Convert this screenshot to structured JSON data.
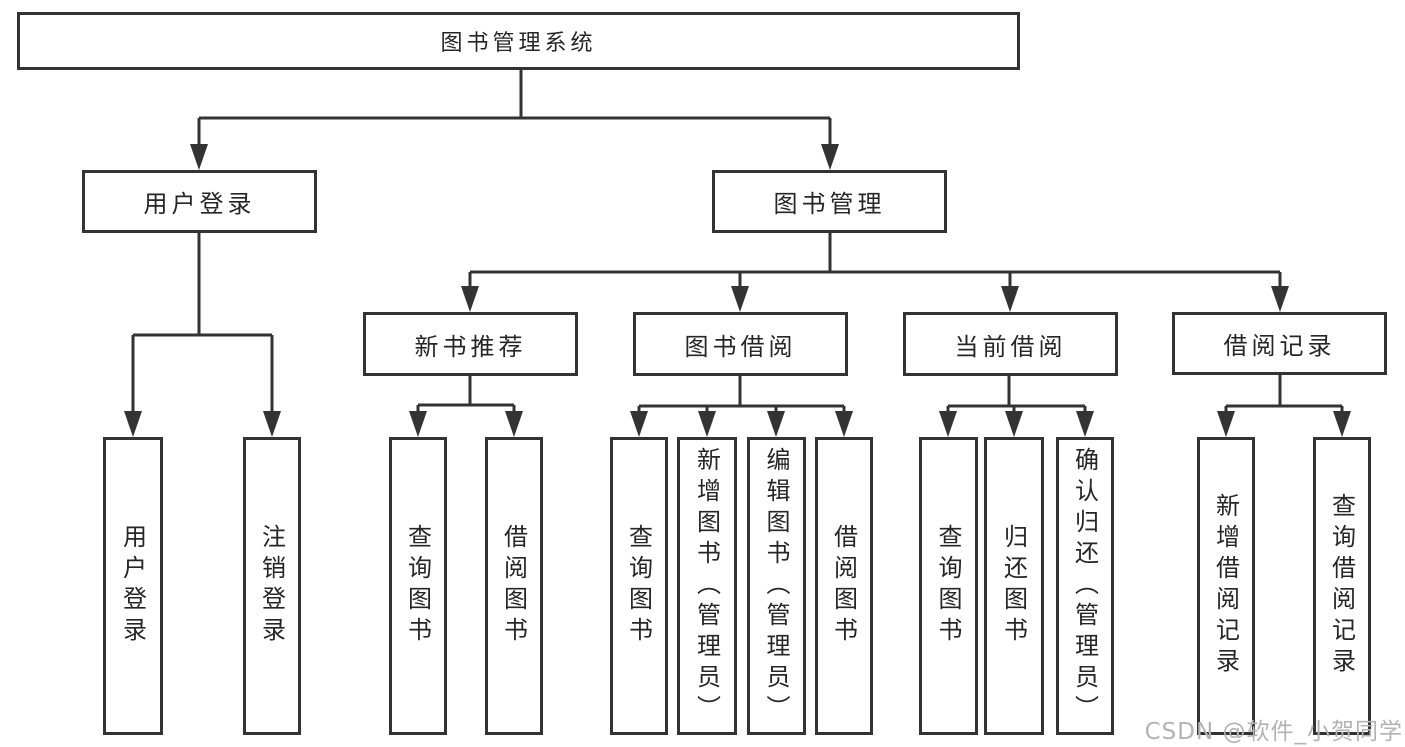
{
  "diagram_title": "图书管理系统",
  "watermark": "CSDN @软件_小贺同学",
  "colors": {
    "line": "#333333",
    "text": "#262626",
    "background": "#ffffff",
    "watermark": "#b3b3b3"
  },
  "root": {
    "label": "图书管理系统"
  },
  "level2": [
    {
      "label": "用户登录"
    },
    {
      "label": "图书管理"
    }
  ],
  "level3": [
    {
      "label": "新书推荐",
      "parent": "图书管理"
    },
    {
      "label": "图书借阅",
      "parent": "图书管理"
    },
    {
      "label": "当前借阅",
      "parent": "图书管理"
    },
    {
      "label": "借阅记录",
      "parent": "图书管理"
    }
  ],
  "leaves": [
    {
      "label": "用户登录",
      "parent": "用户登录"
    },
    {
      "label": "注销登录",
      "parent": "用户登录"
    },
    {
      "label": "查询图书",
      "parent": "新书推荐"
    },
    {
      "label": "借阅图书",
      "parent": "新书推荐"
    },
    {
      "label": "查询图书",
      "parent": "图书借阅"
    },
    {
      "label": "新增图书（管理员）",
      "parent": "图书借阅"
    },
    {
      "label": "编辑图书（管理员）",
      "parent": "图书借阅"
    },
    {
      "label": "借阅图书",
      "parent": "图书借阅"
    },
    {
      "label": "查询图书",
      "parent": "当前借阅"
    },
    {
      "label": "归还图书",
      "parent": "当前借阅"
    },
    {
      "label": "确认归还（管理员）",
      "parent": "当前借阅"
    },
    {
      "label": "新增借阅记录",
      "parent": "借阅记录"
    },
    {
      "label": "查询借阅记录",
      "parent": "借阅记录"
    }
  ]
}
